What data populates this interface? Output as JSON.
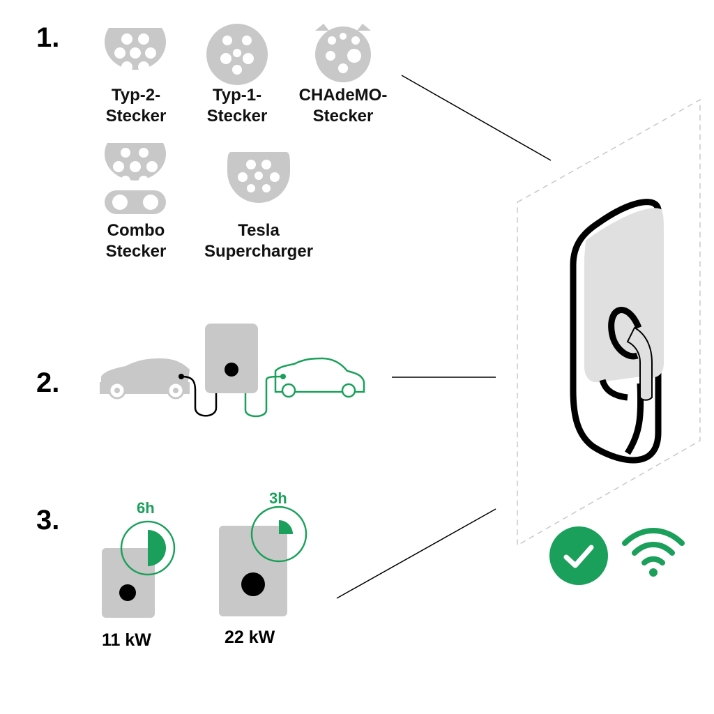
{
  "steps": {
    "one": "1.",
    "two": "2.",
    "three": "3."
  },
  "connectors": [
    {
      "name": "typ2",
      "line1": "Typ-2-",
      "line2": "Stecker"
    },
    {
      "name": "typ1",
      "line1": "Typ-1-",
      "line2": "Stecker"
    },
    {
      "name": "chademo",
      "line1": "CHAdeMO-",
      "line2": "Stecker"
    },
    {
      "name": "combo",
      "line1": "Combo",
      "line2": "Stecker"
    },
    {
      "name": "tesla",
      "line1": "Tesla",
      "line2": "Supercharger"
    }
  ],
  "power": {
    "small": {
      "time": "6h",
      "kw": "11 kW",
      "fill_fraction": 0.5
    },
    "large": {
      "time": "3h",
      "kw": "22 kW",
      "fill_fraction": 0.25
    }
  },
  "colors": {
    "green": "#1aa05a",
    "gray": "#c8c8c8",
    "dark": "#000000"
  },
  "icons": [
    "type2-plug-icon",
    "type1-plug-icon",
    "chademo-plug-icon",
    "combo-plug-icon",
    "tesla-plug-icon",
    "car-icon",
    "electric-car-icon",
    "wallbox-icon",
    "check-icon",
    "wifi-icon"
  ]
}
